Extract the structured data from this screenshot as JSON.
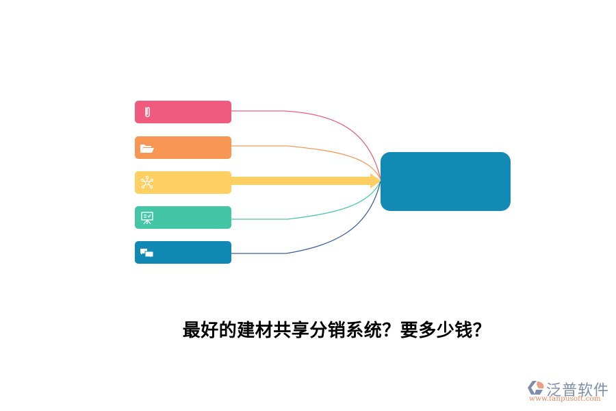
{
  "diagram": {
    "nodes": [
      {
        "id": "node-1",
        "icon": "paperclip-icon",
        "color": "#f05a7e",
        "label": ""
      },
      {
        "id": "node-2",
        "icon": "folder-open-icon",
        "color": "#f79655",
        "label": ""
      },
      {
        "id": "node-3",
        "icon": "network-icon",
        "color": "#fecf63",
        "label": ""
      },
      {
        "id": "node-4",
        "icon": "presentation-board-icon",
        "color": "#44c5a6",
        "label": ""
      },
      {
        "id": "node-5",
        "icon": "chat-bubbles-icon",
        "color": "#1289b4",
        "label": ""
      }
    ],
    "center": {
      "color": "#128ab3",
      "label": ""
    },
    "connector_colors": [
      "#ec5d83",
      "#f79a58",
      "#fecf63",
      "#4cc7a8",
      "#3d5fa0"
    ]
  },
  "title": "最好的建材共享分销系统？要多少钱？",
  "logo": {
    "name": "泛普软件",
    "url": "www.fanpusoft.com"
  }
}
